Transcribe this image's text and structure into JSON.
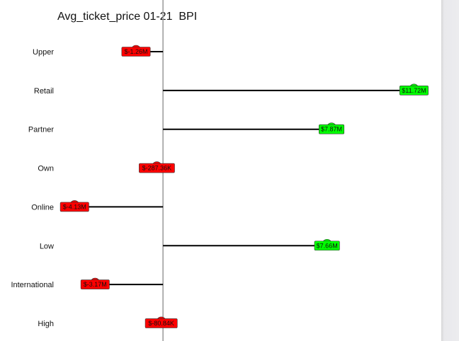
{
  "chart_data": {
    "type": "bar",
    "title": "Avg_ticket_price 01-21  BPI",
    "xlabel": "",
    "ylabel": "",
    "categories": [
      "Upper",
      "Retail",
      "Partner",
      "Own",
      "Online",
      "Low",
      "International",
      "High"
    ],
    "values": [
      -1260000,
      11720000,
      7870000,
      -287360,
      -4130000,
      7660000,
      -3170000,
      -80840
    ],
    "labels": [
      "$-1.26M",
      "$11.72M",
      "$7.87M",
      "$-287.36K",
      "$-4.13M",
      "$7.66M",
      "$-3.17M",
      "$-80.84K"
    ],
    "xlim": [
      -4800000,
      12400000
    ],
    "grid": false,
    "legend": "none",
    "colors": {
      "positive": "#00ff00",
      "negative": "#ff0000",
      "stem": "#000000",
      "axis": "#999999"
    }
  }
}
